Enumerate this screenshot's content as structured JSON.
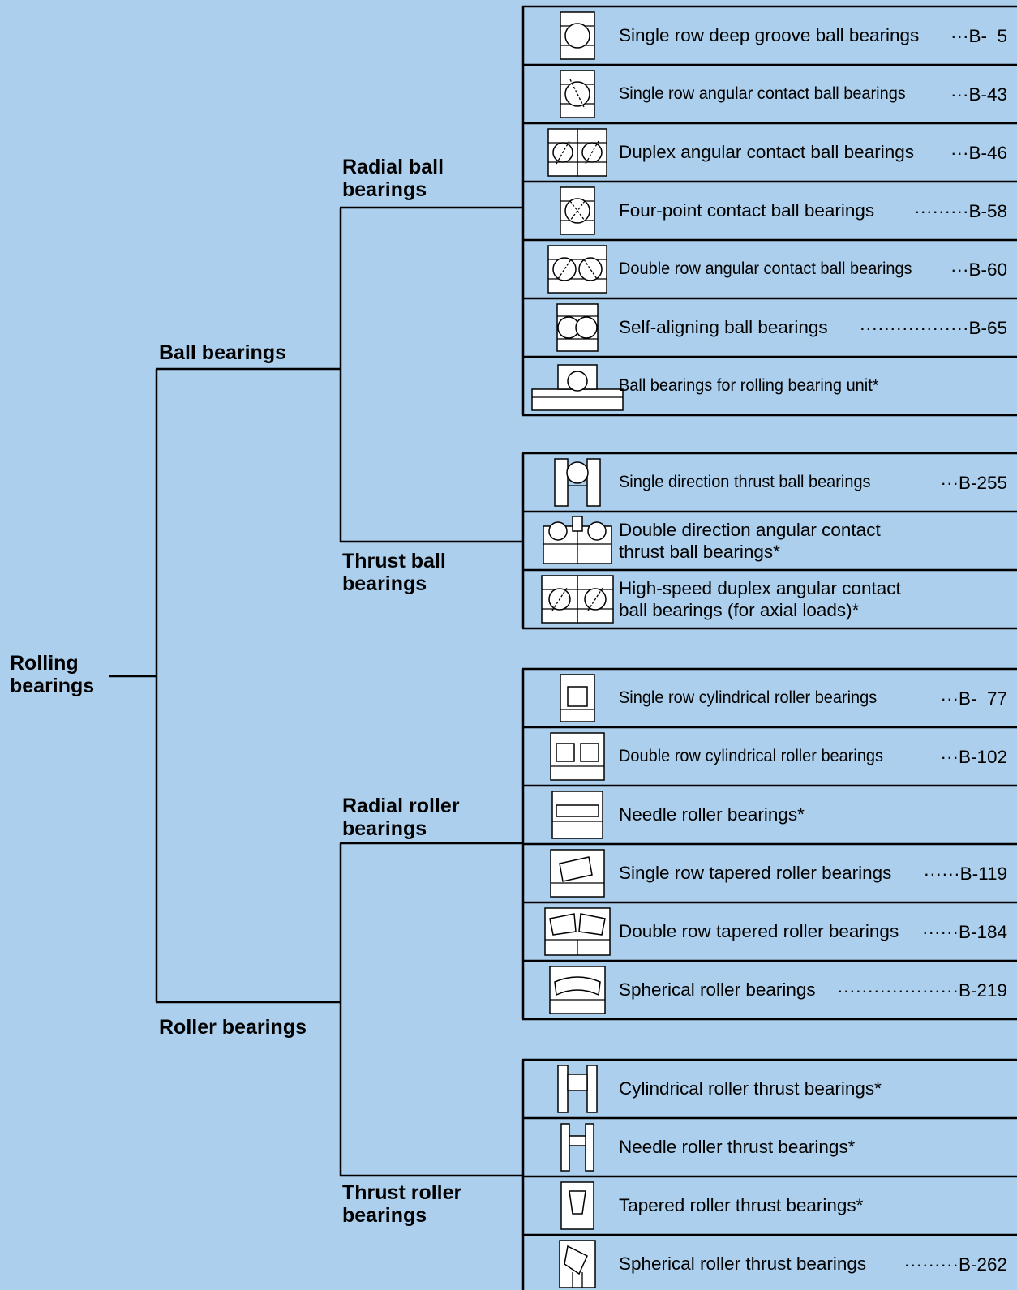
{
  "root": {
    "label": "Rolling\nbearings"
  },
  "categories": [
    {
      "label": "Ball bearings",
      "groups": [
        {
          "label": "Radial ball\nbearings",
          "items": [
            {
              "label": "Single row deep groove ball bearings",
              "page": "···B-  5",
              "icon": "deep-groove-icon"
            },
            {
              "label": "Single row angular contact ball bearings",
              "page": "···B-43",
              "icon": "angular-contact-icon"
            },
            {
              "label": "Duplex angular contact ball bearings",
              "page": "···B-46",
              "icon": "duplex-angular-icon"
            },
            {
              "label": "Four-point contact ball bearings",
              "page": "·········B-58",
              "icon": "four-point-icon"
            },
            {
              "label": "Double row angular contact ball bearings",
              "page": "···B-60",
              "icon": "double-row-angular-icon"
            },
            {
              "label": "Self-aligning ball bearings",
              "page": "··················B-65",
              "icon": "self-aligning-icon"
            },
            {
              "label": "Ball bearings for rolling bearing unit*",
              "page": "",
              "icon": "bearing-unit-icon"
            }
          ]
        },
        {
          "label": "Thrust ball\nbearings",
          "items": [
            {
              "label": "Single direction thrust ball bearings",
              "page": "···B-255",
              "icon": "thrust-ball-icon"
            },
            {
              "label": "Double direction angular contact\nthrust ball bearings*",
              "page": "",
              "icon": "double-direction-thrust-icon"
            },
            {
              "label": "High-speed duplex angular contact\nball bearings (for axial loads)*",
              "page": "",
              "icon": "high-speed-duplex-icon"
            }
          ]
        }
      ]
    },
    {
      "label": "Roller bearings",
      "groups": [
        {
          "label": "Radial roller\nbearings",
          "items": [
            {
              "label": "Single row cylindrical roller bearings",
              "page": "···B-  77",
              "icon": "cylindrical-roller-icon"
            },
            {
              "label": "Double row cylindrical roller bearings",
              "page": "···B-102",
              "icon": "double-cylindrical-icon"
            },
            {
              "label": "Needle roller bearings*",
              "page": "",
              "icon": "needle-roller-icon"
            },
            {
              "label": "Single row tapered roller bearings",
              "page": "······B-119",
              "icon": "tapered-roller-icon"
            },
            {
              "label": "Double row tapered roller bearings",
              "page": "······B-184",
              "icon": "double-tapered-icon"
            },
            {
              "label": "Spherical roller bearings",
              "page": "····················B-219",
              "icon": "spherical-roller-icon"
            }
          ]
        },
        {
          "label": "Thrust roller\nbearings",
          "items": [
            {
              "label": "Cylindrical roller thrust bearings*",
              "page": "",
              "icon": "cylindrical-thrust-icon"
            },
            {
              "label": "Needle roller thrust bearings*",
              "page": "",
              "icon": "needle-thrust-icon"
            },
            {
              "label": "Tapered roller thrust bearings*",
              "page": "",
              "icon": "tapered-thrust-icon"
            },
            {
              "label": "Spherical roller thrust bearings",
              "page": "·········B-262",
              "icon": "spherical-thrust-icon"
            }
          ]
        }
      ]
    }
  ],
  "colors": {
    "background": "#ABCFEC",
    "line": "#000000",
    "icon_fill": "#FFFFFF"
  }
}
